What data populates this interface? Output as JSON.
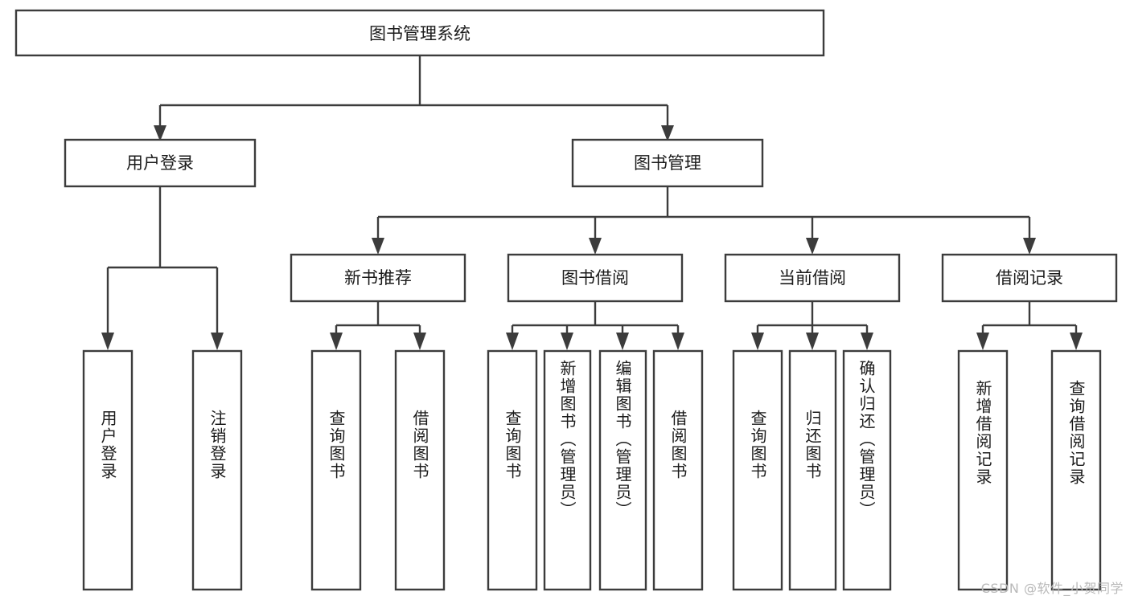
{
  "diagram": {
    "type": "hierarchy-tree",
    "title": "图书管理系统",
    "root": {
      "label": "图书管理系统"
    },
    "level1": [
      {
        "label": "用户登录"
      },
      {
        "label": "图书管理"
      }
    ],
    "level2": [
      {
        "label": "新书推荐"
      },
      {
        "label": "图书借阅"
      },
      {
        "label": "当前借阅"
      },
      {
        "label": "借阅记录"
      }
    ],
    "leaves": {
      "user_login": [
        {
          "label": "用户登录"
        },
        {
          "label": "注销登录"
        }
      ],
      "new_book_recommend": [
        {
          "label": "查询图书"
        },
        {
          "label": "借阅图书"
        }
      ],
      "book_borrow": [
        {
          "label": "查询图书"
        },
        {
          "label": "新增图书（管理员）"
        },
        {
          "label": "编辑图书（管理员）"
        },
        {
          "label": "借阅图书"
        }
      ],
      "current_borrow": [
        {
          "label": "查询图书"
        },
        {
          "label": "归还图书"
        },
        {
          "label": "确认归还（管理员）"
        }
      ],
      "borrow_record": [
        {
          "label": "新增借阅记录"
        },
        {
          "label": "查询借阅记录"
        }
      ]
    }
  },
  "watermark": {
    "text": "CSDN @软件_小贺同学"
  },
  "colors": {
    "stroke": "#3c3c3c",
    "fill": "#ffffff",
    "text": "#1b1b1b",
    "watermark": "#b9b9b9"
  }
}
